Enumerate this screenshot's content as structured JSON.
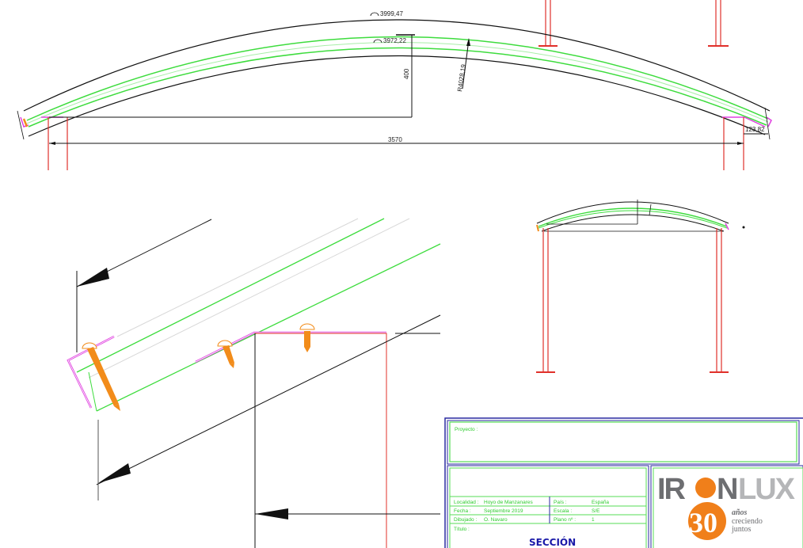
{
  "drawing": {
    "main_elevation": {
      "outer_arc_length": "3999,47",
      "inner_arc_length": "3972,22",
      "rise": "400",
      "radius": "R4028,19",
      "span": "3570",
      "overhang": "123,82"
    },
    "colors": {
      "arch_outline": "#111111",
      "polycarbonate": "#3ddc3d",
      "steel_column": "#e0302a",
      "flashing": "#e040e0",
      "screw": "#f28c1a",
      "titleblock_frame": "#2a2aa0",
      "titleblock_lines": "#55dd55"
    }
  },
  "title_block": {
    "proyecto_label": "Proyecto :",
    "localidad_label": "Localidad :",
    "localidad_value": "Hoyo de Manzanares",
    "fecha_label": "Fecha :",
    "fecha_value": "Septiembre 2019",
    "dibujado_label": "Dibujado :",
    "dibujado_value": "O. Navaro",
    "pais_label": "País :",
    "pais_value": "España",
    "escala_label": "Escala :",
    "escala_value": "S/E",
    "plano_label": "Plano nº :",
    "plano_value": "1",
    "titulo_label": "Título :",
    "titulo_value": "SECCIÓN"
  },
  "logo": {
    "brand_part1": "IR",
    "brand_part2": "N",
    "brand_part3": "LUX",
    "anniversary_number": "30",
    "line1": "años",
    "line2": "creciendo",
    "line3": "juntos"
  }
}
